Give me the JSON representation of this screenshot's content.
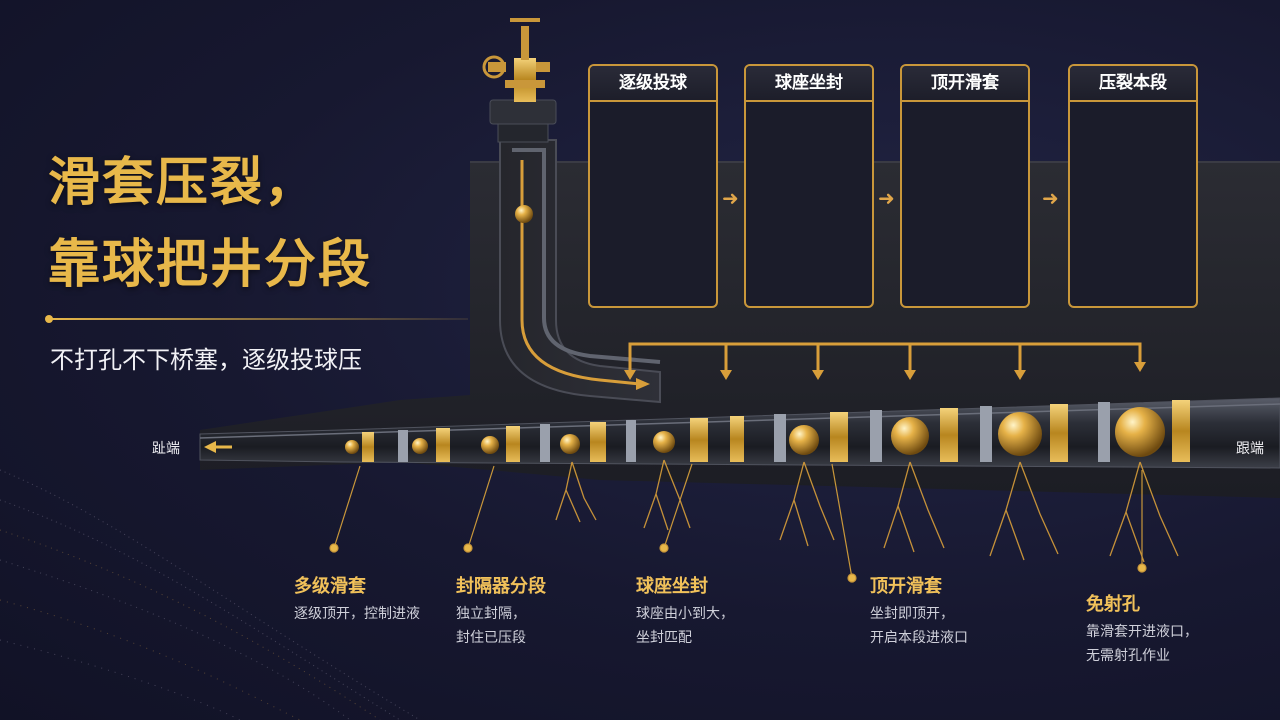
{
  "title": {
    "line1": "滑套压裂，",
    "line2": "靠球把井分段",
    "subtitle": "不打孔不下桥塞，逐级投球压"
  },
  "stages": [
    {
      "label": "逐级投球"
    },
    {
      "label": "球座坐封"
    },
    {
      "label": "顶开滑套"
    },
    {
      "label": "压裂本段"
    }
  ],
  "wellbore": {
    "toe_label": "趾端",
    "heel_label": "跟端"
  },
  "callouts": [
    {
      "title": "多级滑套",
      "lines": [
        "逐级顶开，控制进液"
      ]
    },
    {
      "title": "封隔器分段",
      "lines": [
        "独立封隔，",
        "封住已压段"
      ]
    },
    {
      "title": "球座坐封",
      "lines": [
        "球座由小到大，",
        "坐封匹配"
      ]
    },
    {
      "title": "顶开滑套",
      "lines": [
        "坐封即顶开，",
        "开启本段进液口"
      ]
    },
    {
      "title": "免射孔",
      "lines": [
        "靠滑套开进液口，",
        "无需射孔作业"
      ]
    }
  ],
  "colors": {
    "accent_gold": "#e8b84a",
    "background": "#171830",
    "pipe_steel": "#3a3d48"
  }
}
